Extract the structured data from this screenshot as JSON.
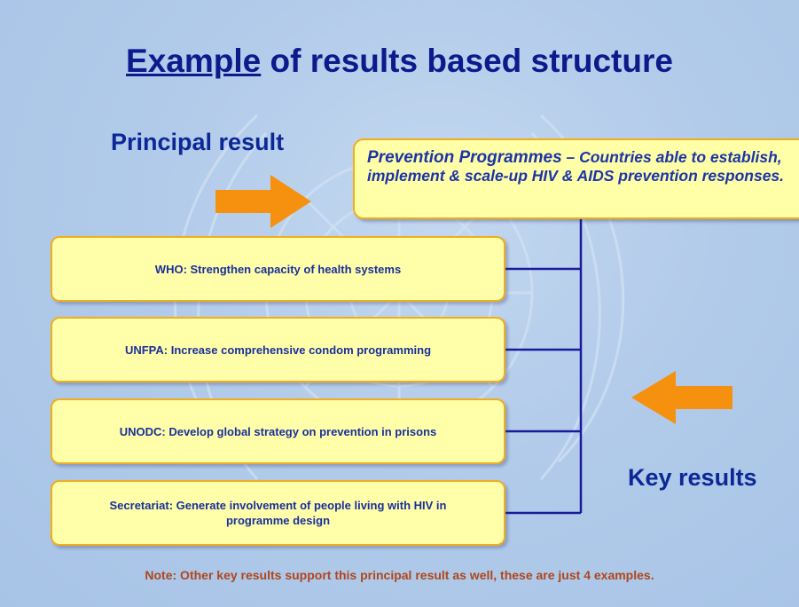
{
  "title": {
    "underlined_word": "Example",
    "rest": "of results based structure"
  },
  "principal_label": "Principal result",
  "principal_box": {
    "heading": "Prevention Programmes",
    "body": " – Countries able to establish, implement & scale-up HIV & AIDS prevention responses."
  },
  "key_results": [
    {
      "text": "WHO: Strengthen capacity of health systems"
    },
    {
      "text": "UNFPA: Increase comprehensive condom programming"
    },
    {
      "text": "UNODC: Develop global strategy on prevention in prisons"
    },
    {
      "text": "Secretariat: Generate involvement of people living with HIV in programme design"
    }
  ],
  "key_label": "Key results",
  "note": "Note: Other key results support this principal result as well, these are just 4 examples.",
  "colors": {
    "background": "#b2cbea",
    "title": "#0c1a8c",
    "box_fill": "#ffffaa",
    "box_border": "#f0ae1c",
    "arrow": "#f5910f",
    "connector": "#1a1a9c",
    "note": "#b0461c"
  }
}
